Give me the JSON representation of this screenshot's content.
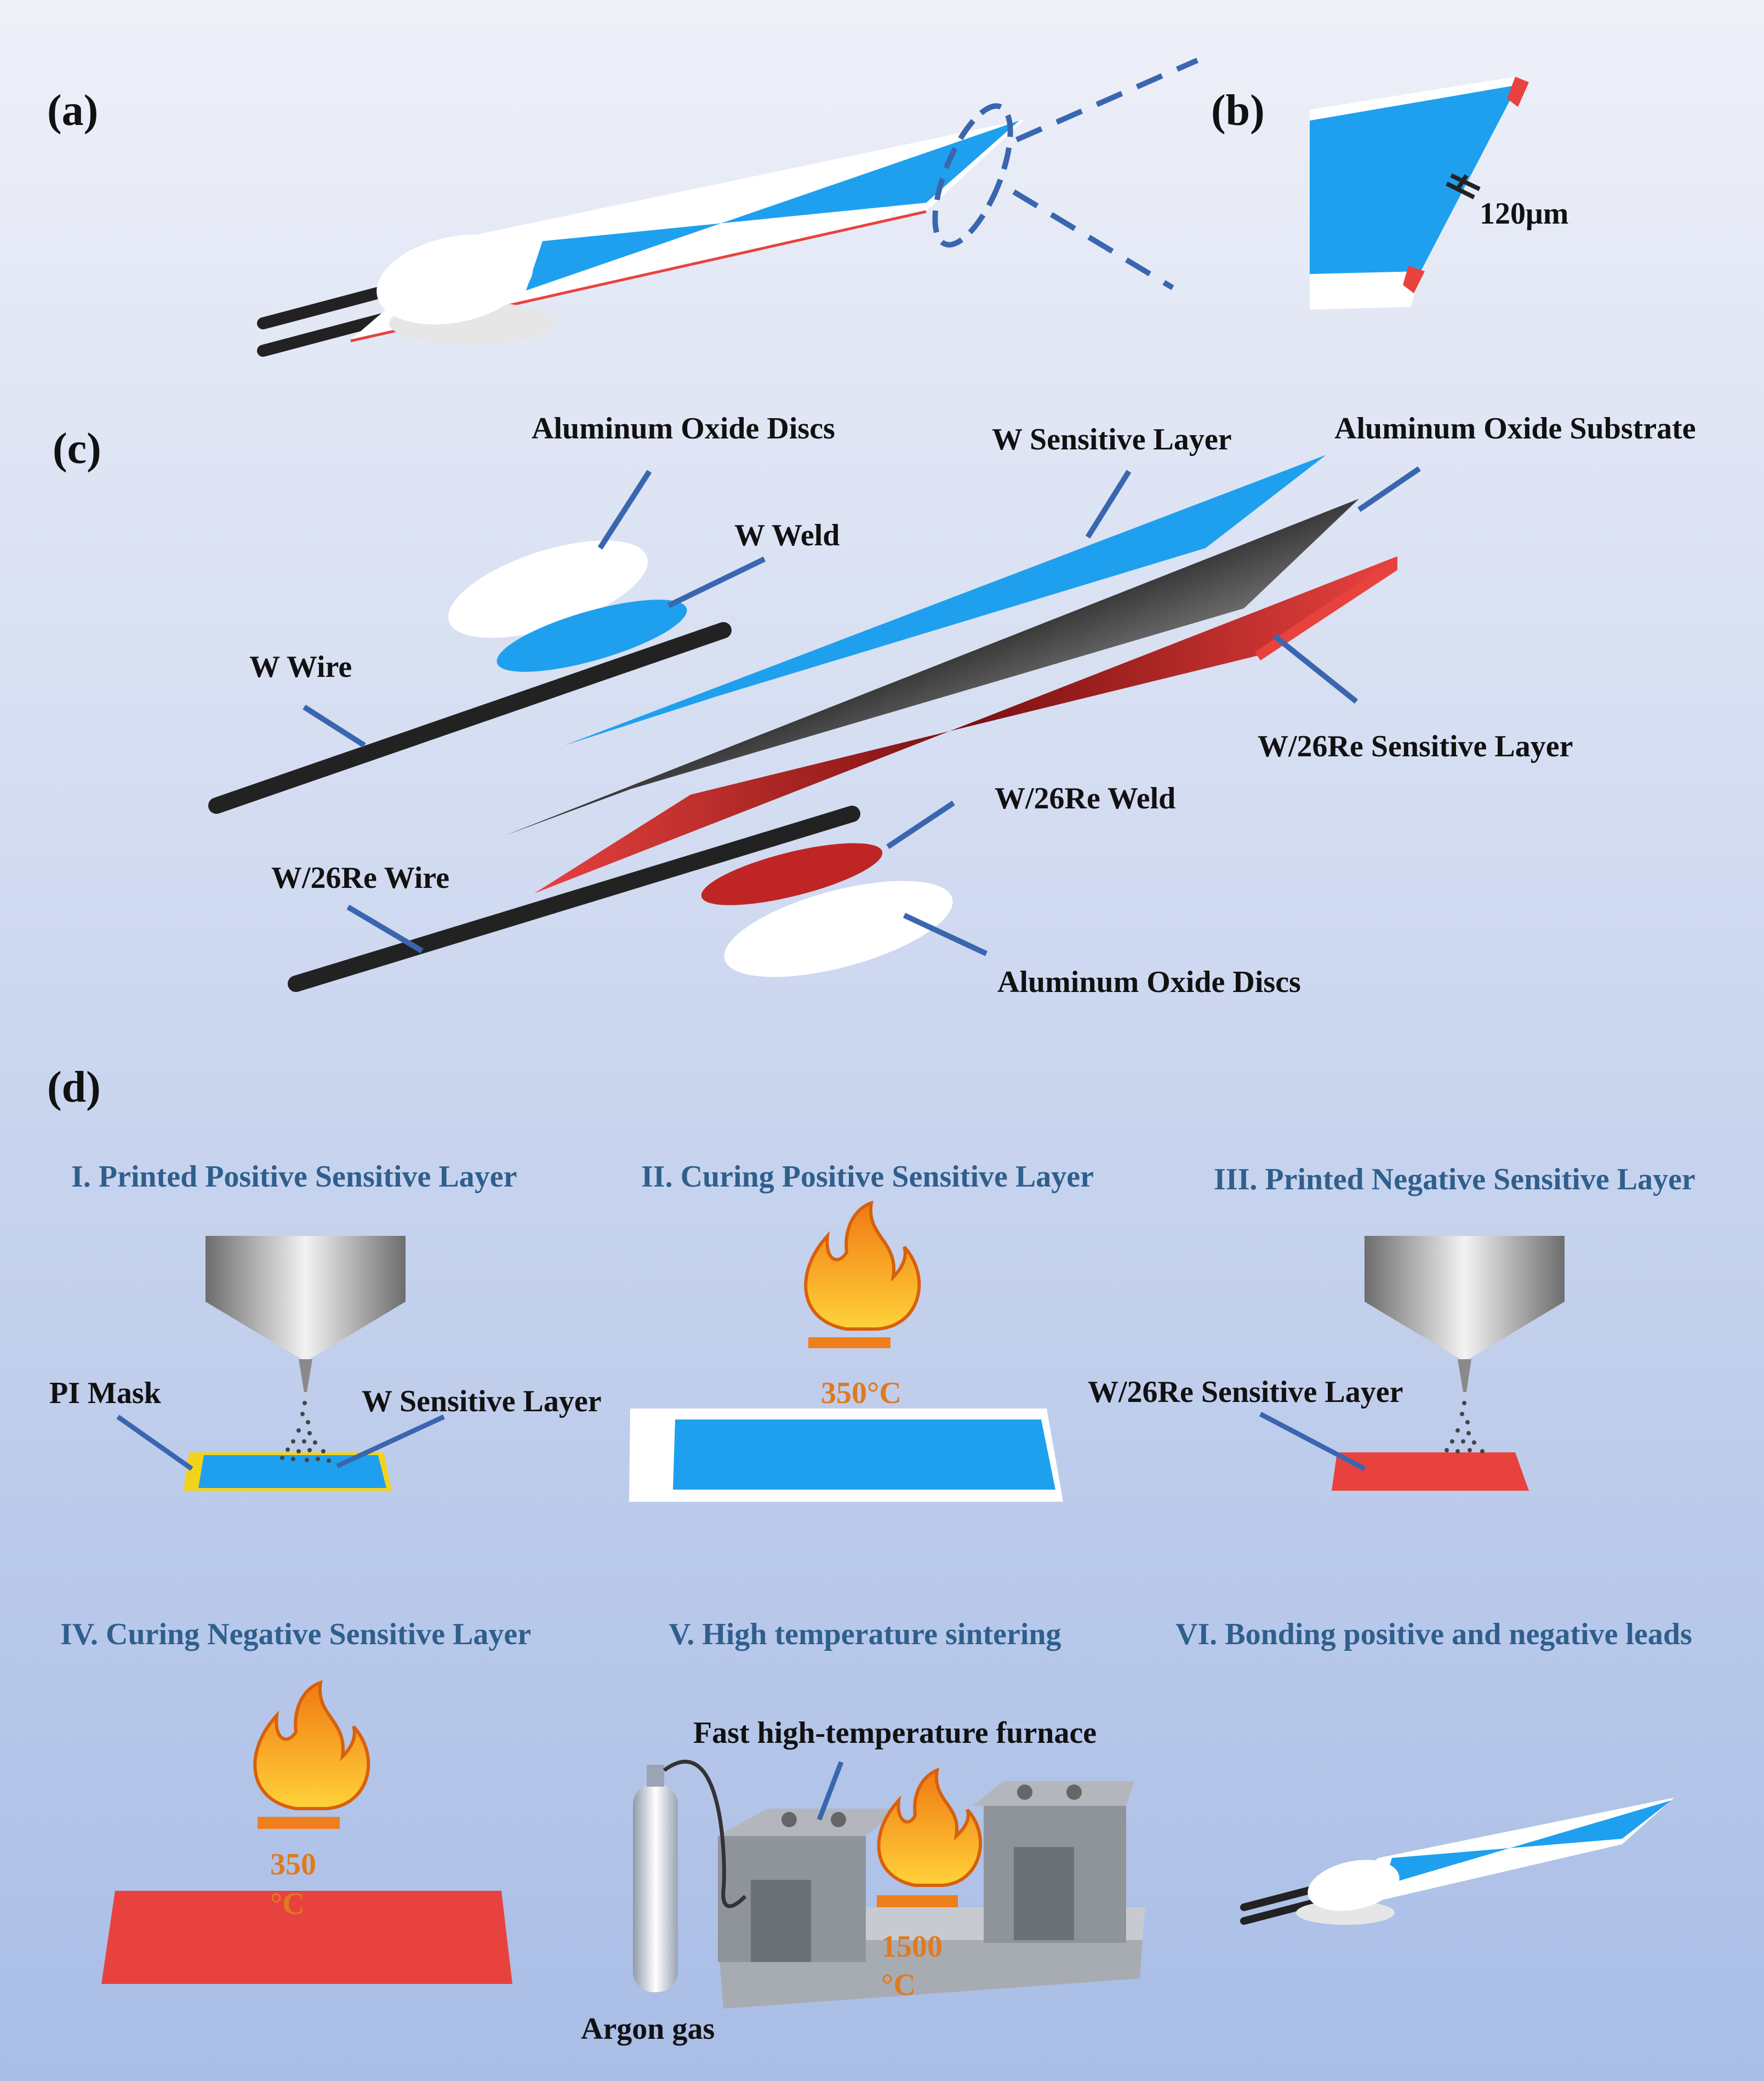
{
  "panels": {
    "a": "(a)",
    "b": "(b)",
    "c": "(c)",
    "d": "(d)"
  },
  "panel_b": {
    "thickness": "120μm"
  },
  "panel_c": {
    "discs_top": "Aluminum Oxide Discs",
    "w_sensitive": "W Sensitive Layer",
    "substrate": "Aluminum Oxide Substrate",
    "w_weld": "W Weld",
    "w_wire": "W Wire",
    "wre_sensitive": "W/26Re Sensitive Layer",
    "wre_weld": "W/26Re Weld",
    "wre_wire": "W/26Re Wire",
    "discs_bottom": "Aluminum Oxide Discs"
  },
  "steps": [
    {
      "title": "I. Printed Positive Sensitive Layer",
      "labels": [
        "PI Mask",
        "W Sensitive Layer"
      ]
    },
    {
      "title": "II. Curing Positive Sensitive Layer",
      "temp": "350°C"
    },
    {
      "title": "III. Printed Negative Sensitive Layer",
      "labels": [
        "W/26Re Sensitive Layer"
      ]
    },
    {
      "title": "IV. Curing Negative Sensitive Layer",
      "temp_value": "350",
      "temp_unit": "°C"
    },
    {
      "title": "V. High temperature sintering",
      "furnace": "Fast high-temperature furnace",
      "gas": "Argon gas",
      "temp_value": "1500",
      "temp_unit": "°C"
    },
    {
      "title": "VI. Bonding positive and negative leads"
    }
  ],
  "colors": {
    "background_top": "#eef0f8",
    "background_bottom": "#a9bde6",
    "w_layer_blue": "#1fa0ee",
    "wre_layer_red": "#e8423f",
    "substrate_white": "#ffffff",
    "leader_line": "#3a66b0",
    "step_title": "#2f5f8c",
    "temperature": "#e07a1f",
    "pi_mask_yellow": "#f3d21a"
  }
}
